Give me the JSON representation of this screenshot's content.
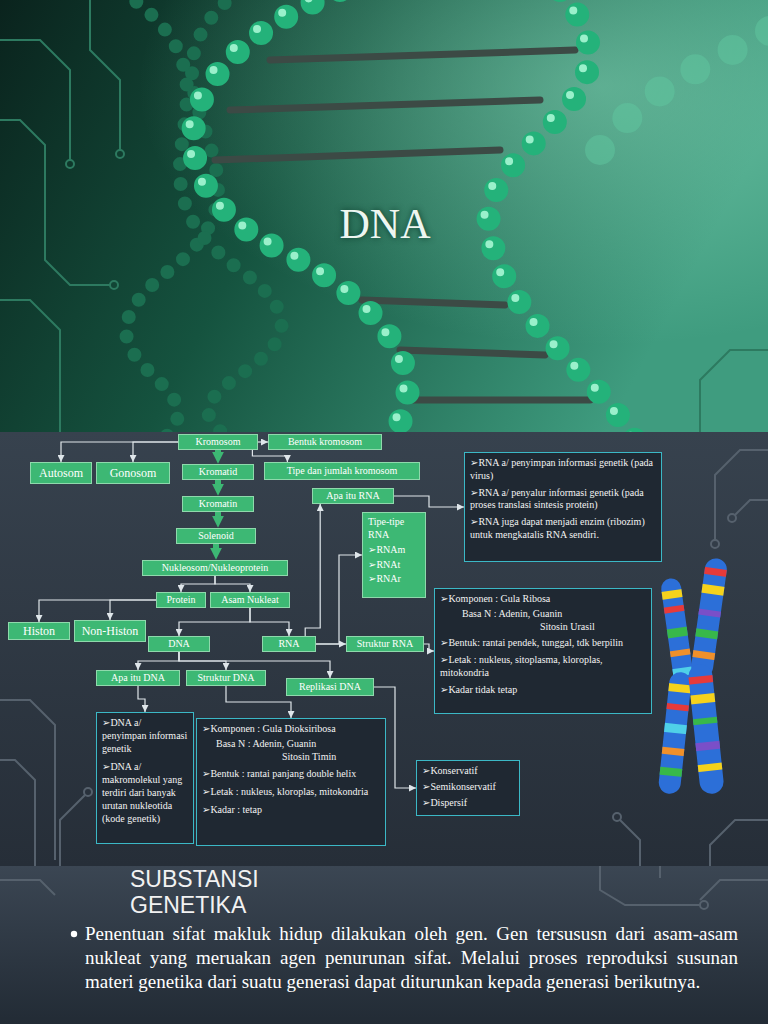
{
  "diagram": {
    "title": "DNA",
    "nodes": [
      {
        "text": [
          "Kromosom"
        ]
      },
      {
        "text": [
          "Bentuk kromosom"
        ]
      },
      {
        "text": [
          "Autosom"
        ]
      },
      {
        "text": [
          "Gonosom"
        ]
      },
      {
        "text": [
          "Kromatid"
        ]
      },
      {
        "text": [
          "Tipe dan jumlah kromosom"
        ]
      },
      {
        "text": [
          "➢RNA a/ penyimpan informasi genetik (pada virus)",
          "➢RNA a/ penyalur informasi genetik (pada proses translasi sintesis protein)",
          "➢RNA juga dapat menjadi enzim (ribozim) untuk mengkatalis RNA sendiri."
        ]
      },
      {
        "text": [
          "Kromatin"
        ]
      },
      {
        "text": [
          "Apa itu RNA"
        ]
      },
      {
        "text": [
          "Solenoid"
        ]
      },
      {
        "text": [
          "Tipe-tipe RNA",
          "➢RNAm",
          "➢RNAt",
          "➢RNAr"
        ]
      },
      {
        "text": [
          "Nukleosom/Nukleoprotein"
        ]
      },
      {
        "text": [
          "➢Komponen : Gula Ribosa",
          "Basa N : Adenin, Guanin",
          "Sitosin Urasil",
          "➢Bentuk: rantai pendek, tunggal, tdk berpilin",
          "➢Letak : nukleus, sitoplasma, kloroplas, mitokondria",
          "➢Kadar tidak tetap"
        ]
      },
      {
        "text": [
          "Protein"
        ]
      },
      {
        "text": [
          "Asam Nukleat"
        ]
      },
      {
        "text": [
          "Histon"
        ]
      },
      {
        "text": [
          "Non-Histon"
        ]
      },
      {
        "text": [
          "DNA"
        ]
      },
      {
        "text": [
          "RNA"
        ]
      },
      {
        "text": [
          "Struktur RNA"
        ]
      },
      {
        "text": [
          "Apa itu DNA"
        ]
      },
      {
        "text": [
          "Struktur DNA"
        ]
      },
      {
        "text": [
          "Replikasi DNA"
        ]
      },
      {
        "text": [
          "➢DNA a/ penyimpan informasi genetik",
          "➢DNA a/ makromolekul yang terdiri dari banyak urutan nukleotida (kode genetik)"
        ]
      },
      {
        "text": [
          "➢Komponen : Gula Dioksiribosa",
          "Basa N : Adenin, Guanin",
          "Sitosin Timin",
          "➢Bentuk : rantai panjang double helix",
          "➢Letak : nukleus, kloroplas, mitokondria",
          "➢Kadar : tetap"
        ]
      },
      {
        "text": [
          "➢Konservatif",
          "➢Semikonservatif",
          "➢Dispersif"
        ]
      }
    ],
    "edges": [
      {
        "from": 0,
        "to": 1,
        "arrow": "to"
      },
      {
        "from": 0,
        "to": 2,
        "arrow": "to"
      },
      {
        "from": 0,
        "to": 3,
        "arrow": "to"
      },
      {
        "from": 0,
        "to": 4,
        "arrow": "to"
      },
      {
        "from": 0,
        "to": 5,
        "arrow": "to"
      },
      {
        "from": 4,
        "to": 7,
        "arrow": "to"
      },
      {
        "from": 7,
        "to": 9,
        "arrow": "to"
      },
      {
        "from": 9,
        "to": 11,
        "arrow": "to"
      },
      {
        "from": 18,
        "to": 8,
        "arrow": "to"
      },
      {
        "from": 8,
        "to": 6,
        "arrow": "to"
      },
      {
        "from": 18,
        "to": 10,
        "arrow": "to"
      },
      {
        "from": 11,
        "to": 13,
        "arrow": "to"
      },
      {
        "from": 11,
        "to": 14,
        "arrow": "to"
      },
      {
        "from": 13,
        "to": 15,
        "arrow": "to"
      },
      {
        "from": 13,
        "to": 16,
        "arrow": "to"
      },
      {
        "from": 14,
        "to": 17,
        "arrow": "to"
      },
      {
        "from": 14,
        "to": 18,
        "arrow": "to"
      },
      {
        "from": 18,
        "to": 19,
        "arrow": "to"
      },
      {
        "from": 19,
        "to": 12,
        "arrow": "to"
      },
      {
        "from": 17,
        "to": 20,
        "arrow": "to"
      },
      {
        "from": 17,
        "to": 21,
        "arrow": "to"
      },
      {
        "from": 17,
        "to": 22,
        "arrow": "to"
      },
      {
        "from": 20,
        "to": 23,
        "arrow": "to"
      },
      {
        "from": 21,
        "to": 24,
        "arrow": "to"
      },
      {
        "from": 22,
        "to": 25,
        "arrow": "to"
      }
    ],
    "labels": [
      "SUBSTANSI GENETIKA",
      "Penentuan sifat makluk hidup dilakukan oleh gen. Gen tersususn dari asam-asam nukleat yang meruakan agen penurunan sifat. Melalui proses reproduksi susunan materi genetika dari suatu generasi dapat diturunkan kepada generasi berikutnya."
    ]
  }
}
